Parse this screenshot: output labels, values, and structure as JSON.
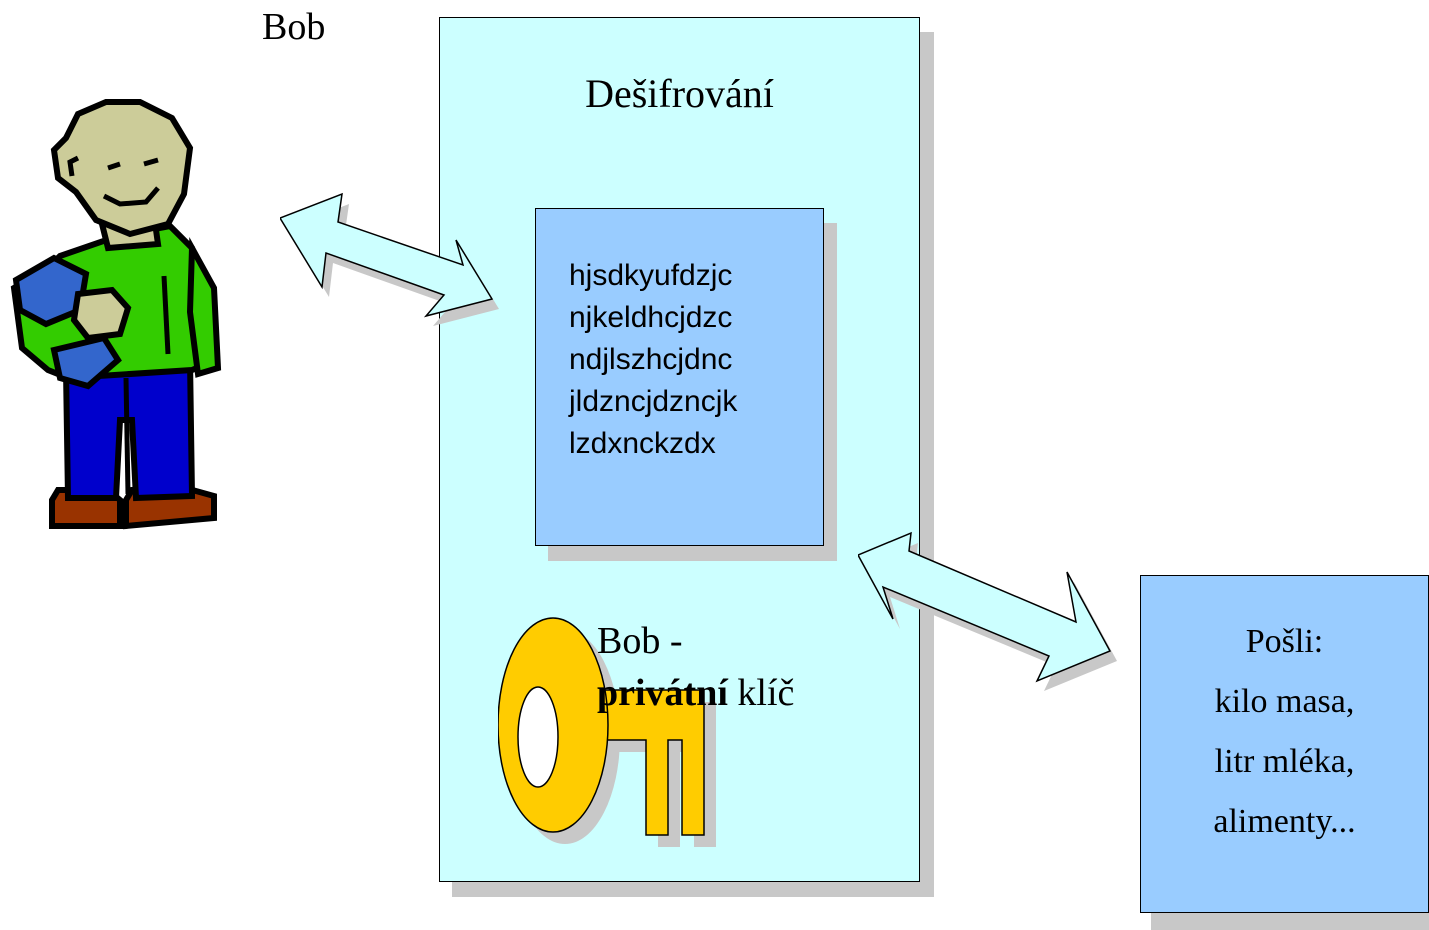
{
  "person": {
    "name": "Bob"
  },
  "decrypt_panel": {
    "title": "Dešifrování"
  },
  "ciphertext": {
    "lines": [
      "hjsdkyufdzjc",
      "njkeldhcjdzc",
      "ndjlszhcjdnc",
      "jldzncjdzncjk",
      "lzdxnckzdx"
    ]
  },
  "key": {
    "label_line1": "Bob -",
    "label_bold": "privátní",
    "label_rest": " klíč"
  },
  "message": {
    "lines": [
      "Pošli:",
      "kilo masa,",
      "litr mléka,",
      "alimenty..."
    ]
  },
  "colors": {
    "panel": "#ccffff",
    "box": "#99ccff",
    "arrow": "#ccffff",
    "key": "#ffcc00",
    "shirt": "#33cc00",
    "pants": "#0000cc",
    "skin": "#cccc99",
    "shoes": "#993300"
  },
  "icons": [
    "person-figure",
    "double-arrow",
    "key-icon"
  ]
}
